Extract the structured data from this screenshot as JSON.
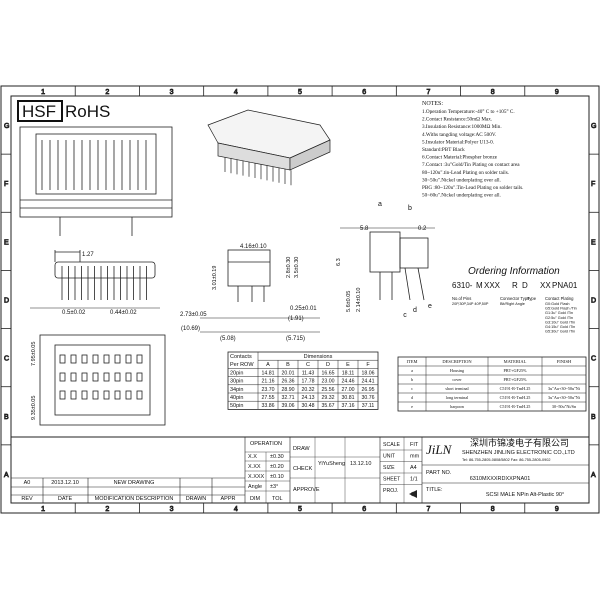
{
  "frame": {
    "cols": [
      "1",
      "2",
      "3",
      "4",
      "5",
      "6",
      "7",
      "8",
      "9"
    ],
    "rows": [
      "G",
      "F",
      "E",
      "D",
      "C",
      "B",
      "A"
    ]
  },
  "logo": {
    "hsf": "HSF",
    "rohs": "RoHS"
  },
  "notes": {
    "heading": "NOTES:",
    "lines": [
      "1.Operation Temperature:-40° C to +105° C.",
      "2.Contact Resistance:50mΩ Max.",
      "3.Insulation Resistance:1000MΩ Min.",
      "4.Withs tangding voltage:AC 500V.",
      "5.Insulator Material:Polyer U13-0.",
      "              Standard:PBT Black",
      "6.Contact Material:Phospher bronze",
      "7.Contact :3u\"Gold/Tin Plating on contact area",
      "     80~120u\".tin-Lead Plating on solder tails.",
      "     30~50u\".Nickel underplating over all.",
      "  PBG :80~120u\".Tin-Lead Plating on solder tails.",
      "     50~60u\".Nickel underplating over all."
    ]
  },
  "dimensions": {
    "pitch_top": "1.27",
    "left_a": "0.5±0.02",
    "left_b": "0.44±0.02",
    "side_width": "4.16±0.10",
    "side_h1": "3.01±0.19",
    "side_h2": "2.8±0.30",
    "side_h3": "3.5±0.30",
    "side_tail": "0.25±0.01",
    "side_a": "2.73±0.05",
    "side_b": "(1.91)",
    "side_c": "(10.69)",
    "side_d": "(5.08)",
    "side_e": "(5.715)",
    "front_h1": "7.95±0.05",
    "front_h2": "9.35±0.05",
    "right_58": "5.8",
    "right_02": "0.2",
    "right_63": "6.3",
    "right_56": "5.6±0.05",
    "right_21": "2.14±0.10",
    "callouts": [
      "a",
      "b",
      "c",
      "d",
      "e"
    ]
  },
  "ordering": {
    "title": "Ordering Information",
    "code_parts": [
      "6310-",
      "M",
      "XXX",
      "R",
      "D",
      "XX",
      "PNA01"
    ],
    "labels": [
      {
        "text": "No.of Pins",
        "sub": "20P,30P,34P 40P,50P"
      },
      {
        "text": "Connector Type",
        "sub": "Bit/Right Angle"
      },
      {
        "text": "Type",
        "sub": ""
      },
      {
        "text": "Contact Plating",
        "sub": "G0:Gold Flash G5:Gold Flash /Tin G1:3u\" Gold /Tin G2:5u\" Gold /Tin G3:10u\" Gold /Tin G4:15u\" Gold /Tin G5:30u\" Gold /Tin"
      }
    ]
  },
  "dim_table": {
    "h1": "Contacts",
    "h1b": "Per ROW",
    "h2": "Dimensions",
    "cols": [
      "A",
      "B",
      "C",
      "D",
      "E",
      "F"
    ],
    "rows": [
      {
        "label": "20pin",
        "v": [
          "14.81",
          "20.01",
          "11.43",
          "16.65",
          "18.11",
          "18.06"
        ]
      },
      {
        "label": "30pin",
        "v": [
          "21.16",
          "26.36",
          "17.78",
          "23.00",
          "24.46",
          "24.41"
        ]
      },
      {
        "label": "34pin",
        "v": [
          "23.70",
          "28.90",
          "20.32",
          "25.56",
          "27.00",
          "26.95"
        ]
      },
      {
        "label": "40pin",
        "v": [
          "27.55",
          "32.71",
          "24.13",
          "29.32",
          "30.81",
          "30.76"
        ]
      },
      {
        "label": "50pin",
        "v": [
          "33.86",
          "39.06",
          "30.48",
          "35.67",
          "37.16",
          "37.11"
        ]
      }
    ]
  },
  "bom": {
    "headers": [
      "ITEM",
      "DESCRIPTION",
      "MATERIAL",
      "FINISH"
    ],
    "rows": [
      [
        "a",
        "Housing",
        "PBT+GF25%",
        ""
      ],
      [
        "b",
        "cover",
        "PBT+GF25%",
        ""
      ],
      [
        "c",
        "short terminal",
        "C5191-R-TmH.25",
        "3u\"Au+30~50u\"Ni"
      ],
      [
        "d",
        "long terminal",
        "C5191-R-TmH.25",
        "3u\"Au+30~50u\"Ni"
      ],
      [
        "e",
        "harpoon",
        "C5191-R-TmH.25",
        "30~50u\"Ni/Sn"
      ]
    ]
  },
  "title_block": {
    "operation": "OPERATION",
    "tol_rows": [
      [
        "X.X",
        "±0.30"
      ],
      [
        "X.XX",
        "±0.20"
      ],
      [
        "X.XXX",
        "±0.10"
      ],
      [
        "Angle",
        "±3°"
      ]
    ],
    "dim": "DIM",
    "tol": "TOL",
    "draw": "DRAW",
    "drawer": "YiYuSheng",
    "draw_date": "13.12.10",
    "check": "CHECK",
    "approve": "APPROVE",
    "scale": "SCALE",
    "scale_val": "FIT",
    "unit": "UNIT",
    "unit_val": "mm",
    "size": "SIZE",
    "size_val": "A4",
    "sheet": "SHEET",
    "sheet_val": "1/1",
    "proj": "PROJ.",
    "company_logo": "JiLN",
    "company_cn": "深圳市锦凌电子有限公司",
    "company_en": "SHENZHEN JINLING ELECTRONIC CO.,LTD",
    "company_tel": "Tel: 86-755-2805-0808/5802    Fax: 86-755-2805-0902",
    "part_no_label": "PART NO.",
    "part_no": "6310MXXXRDXXPNA01",
    "title_label": "TITLE:",
    "title": "SCSI MALE NPin Alt-Plastic 90°"
  },
  "revision": {
    "row": [
      "A0",
      "2013.12.10",
      "NEW DRAWING",
      "",
      ""
    ],
    "headers": [
      "REV",
      "DATE",
      "MODIFICATION DESCRIPTION",
      "DRAWN",
      "APPR"
    ]
  }
}
